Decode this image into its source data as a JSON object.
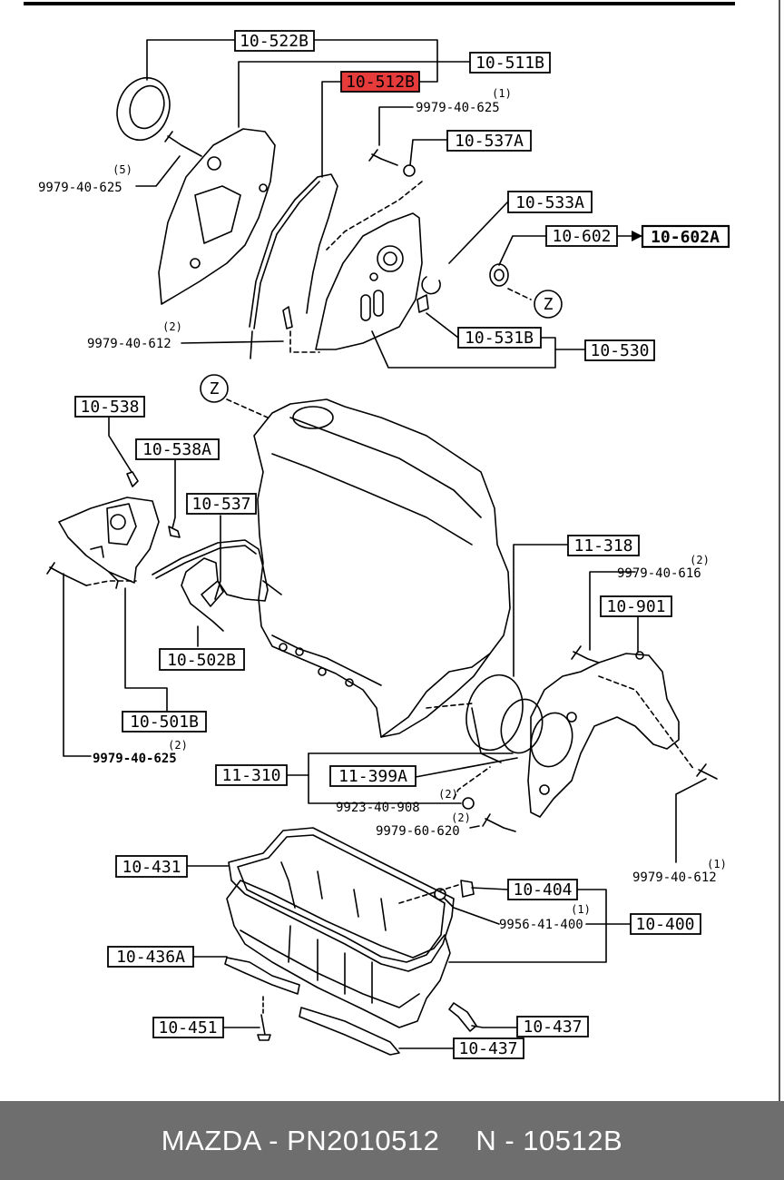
{
  "labels": {
    "l10_522B": "10-522B",
    "l10_511B": "10-511B",
    "l10_512B": "10-512B",
    "l10_537A": "10-537A",
    "l10_533A": "10-533A",
    "l10_602": "10-602",
    "l10_602A": "10-602A",
    "l10_531B": "10-531B",
    "l10_530": "10-530",
    "l10_538": "10-538",
    "l10_538A": "10-538A",
    "l10_537": "10-537",
    "l11_318": "11-318",
    "l10_901": "10-901",
    "l10_502B": "10-502B",
    "l10_501B": "10-501B",
    "l11_310": "11-310",
    "l11_399A": "11-399A",
    "l10_431": "10-431",
    "l10_404": "10-404",
    "l10_400": "10-400",
    "l10_436A": "10-436A",
    "l10_437a": "10-437",
    "l10_437b": "10-437",
    "l10_451": "10-451"
  },
  "part_numbers": {
    "p1": "9979-40-625",
    "p2": "9979-40-625",
    "p3": "9979-40-612",
    "p4": "9979-40-616",
    "p5": "9979-40-625",
    "p6": "9923-40-908",
    "p7": "9979-60-620",
    "p8": "9979-40-612",
    "p9": "9956-41-400"
  },
  "quantities": {
    "q1": "(1)",
    "q2": "(5)",
    "q3": "(2)",
    "q4": "(2)",
    "q5": "(2)",
    "q6": "(2)",
    "q7": "(2)",
    "q8": "(1)",
    "q9": "(1)"
  },
  "markers": {
    "z_top": "Z",
    "z_engine": "Z"
  },
  "highlight_color": "#e63b3b",
  "footer": {
    "brand_part": "MAZDA - PN2010512",
    "ref": "N - 10512B"
  }
}
